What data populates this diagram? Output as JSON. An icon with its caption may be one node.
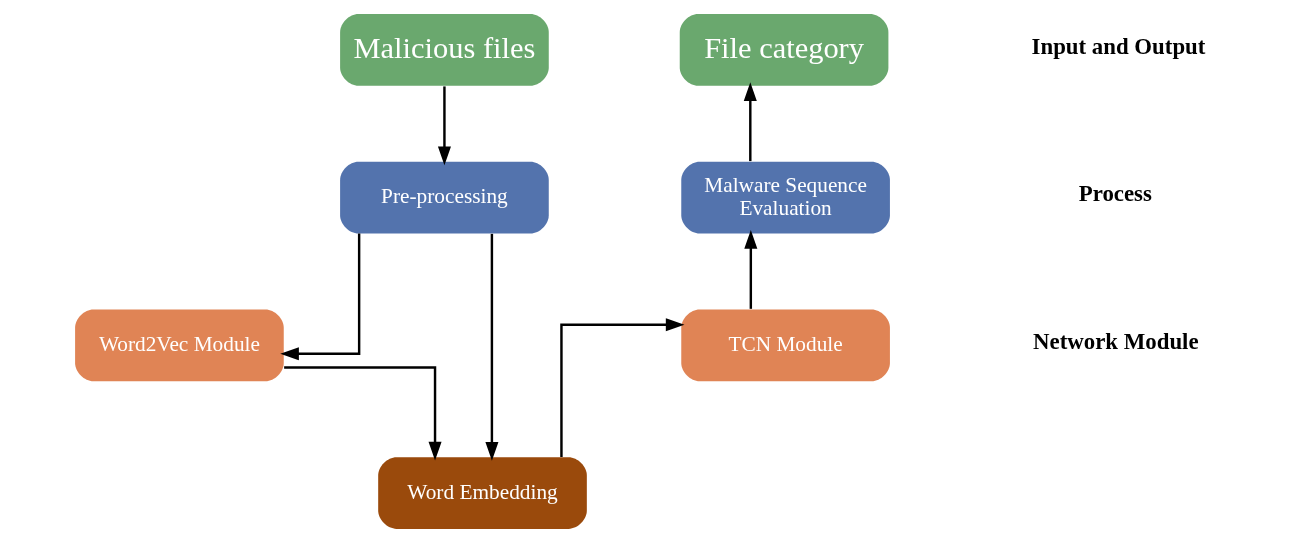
{
  "diagram": {
    "nodes": [
      {
        "text": [
          "Malicious files"
        ]
      },
      {
        "text": [
          "Pre-processing"
        ]
      },
      {
        "text": [
          "Word2Vec Module"
        ]
      },
      {
        "text": [
          "Word Embedding"
        ]
      },
      {
        "text": [
          "TCN Module"
        ]
      },
      {
        "text": [
          "Malware Sequence Evaluation"
        ]
      },
      {
        "text": [
          "File category"
        ]
      }
    ],
    "edges": [
      {
        "from": 0,
        "to": 1,
        "arrow": "to"
      },
      {
        "from": 1,
        "to": 2,
        "arrow": "to"
      },
      {
        "from": 1,
        "to": 3,
        "arrow": "to"
      },
      {
        "from": 2,
        "to": 3,
        "arrow": "to"
      },
      {
        "from": 3,
        "to": 4,
        "arrow": "to"
      },
      {
        "from": 4,
        "to": 5,
        "arrow": "to"
      },
      {
        "from": 5,
        "to": 6,
        "arrow": "to"
      }
    ],
    "labels": [
      "Input and Output",
      "Process",
      "Network Module"
    ]
  }
}
